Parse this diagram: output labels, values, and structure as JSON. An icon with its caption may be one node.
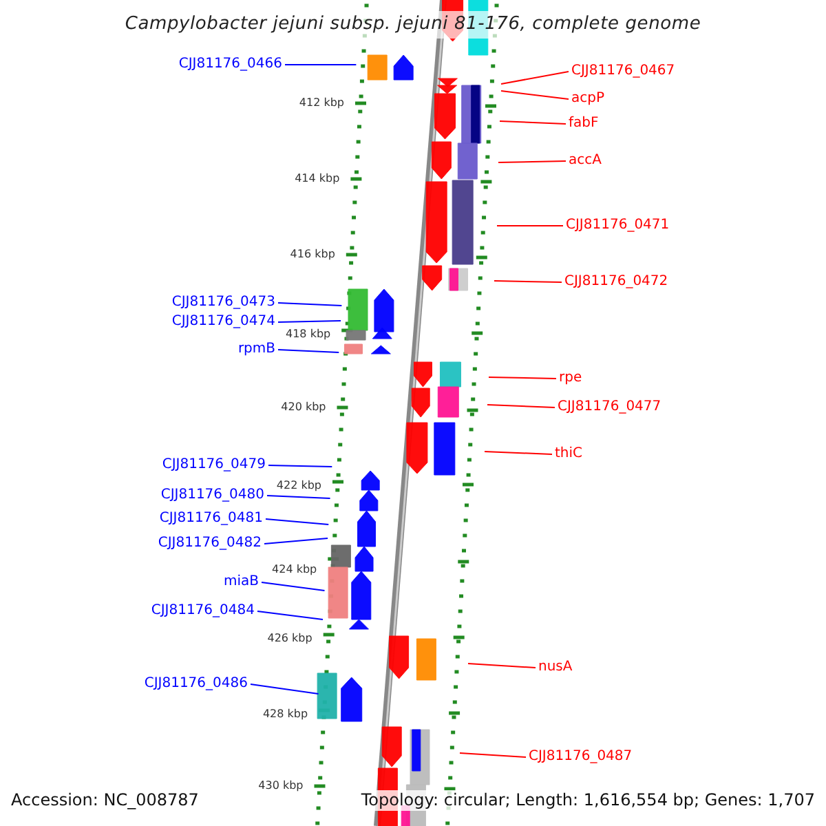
{
  "diagram": {
    "title": "Campylobacter jejuni subsp. jejuni 81-176, complete genome",
    "nodes": [
      {
        "text": [
          "CJJ81176_0466"
        ]
      },
      {
        "text": [
          "CJJ81176_0467"
        ]
      },
      {
        "text": [
          "acpP"
        ]
      },
      {
        "text": [
          "fabF"
        ]
      },
      {
        "text": [
          "accA"
        ]
      },
      {
        "text": [
          "CJJ81176_0471"
        ]
      },
      {
        "text": [
          "CJJ81176_0472"
        ]
      },
      {
        "text": [
          "CJJ81176_0473"
        ]
      },
      {
        "text": [
          "CJJ81176_0474"
        ]
      },
      {
        "text": [
          "rpmB"
        ]
      },
      {
        "text": [
          "rpe"
        ]
      },
      {
        "text": [
          "CJJ81176_0477"
        ]
      },
      {
        "text": [
          "thiC"
        ]
      },
      {
        "text": [
          "CJJ81176_0479"
        ]
      },
      {
        "text": [
          "CJJ81176_0480"
        ]
      },
      {
        "text": [
          "CJJ81176_0481"
        ]
      },
      {
        "text": [
          "CJJ81176_0482"
        ]
      },
      {
        "text": [
          "miaB"
        ]
      },
      {
        "text": [
          "CJJ81176_0484"
        ]
      },
      {
        "text": [
          "nusA"
        ]
      },
      {
        "text": [
          "CJJ81176_0486"
        ]
      },
      {
        "text": [
          "CJJ81176_0487"
        ]
      }
    ],
    "edges": [
      {
        "from": 0,
        "to": null,
        "arrow": "none"
      },
      {
        "from": 1,
        "to": null,
        "arrow": "none",
        "color": "#ff0000"
      },
      {
        "from": 2,
        "to": null,
        "arrow": "none",
        "color": "#ff0000"
      },
      {
        "from": 3,
        "to": null,
        "arrow": "none",
        "color": "#ff0000"
      },
      {
        "from": 4,
        "to": null,
        "arrow": "none",
        "color": "#ff0000"
      },
      {
        "from": 5,
        "to": null,
        "arrow": "none",
        "color": "#ff0000"
      },
      {
        "from": 6,
        "to": null,
        "arrow": "none",
        "color": "#ff0000"
      },
      {
        "from": 7,
        "to": null,
        "arrow": "none"
      },
      {
        "from": 8,
        "to": null,
        "arrow": "none"
      },
      {
        "from": 9,
        "to": null,
        "arrow": "none"
      },
      {
        "from": 10,
        "to": null,
        "arrow": "none",
        "color": "#ff0000"
      },
      {
        "from": 11,
        "to": null,
        "arrow": "none",
        "color": "#ff0000"
      },
      {
        "from": 12,
        "to": null,
        "arrow": "none",
        "color": "#ff0000"
      },
      {
        "from": 13,
        "to": null,
        "arrow": "none"
      },
      {
        "from": 14,
        "to": null,
        "arrow": "none"
      },
      {
        "from": 15,
        "to": null,
        "arrow": "none"
      },
      {
        "from": 16,
        "to": null,
        "arrow": "none"
      },
      {
        "from": 17,
        "to": null,
        "arrow": "none"
      },
      {
        "from": 18,
        "to": null,
        "arrow": "none"
      },
      {
        "from": 19,
        "to": null,
        "arrow": "none",
        "color": "#ff0000"
      },
      {
        "from": 20,
        "to": null,
        "arrow": "none"
      },
      {
        "from": 21,
        "to": null,
        "arrow": "none",
        "color": "#ff0000"
      }
    ],
    "labels": [
      "412 kbp",
      "414 kbp",
      "416 kbp",
      "418 kbp",
      "420 kbp",
      "422 kbp",
      "424 kbp",
      "426 kbp",
      "428 kbp",
      "430 kbp",
      "Accession: NC_008787",
      "Topology: circular; Length: 1,616,554 bp; Genes: 1,707"
    ]
  }
}
